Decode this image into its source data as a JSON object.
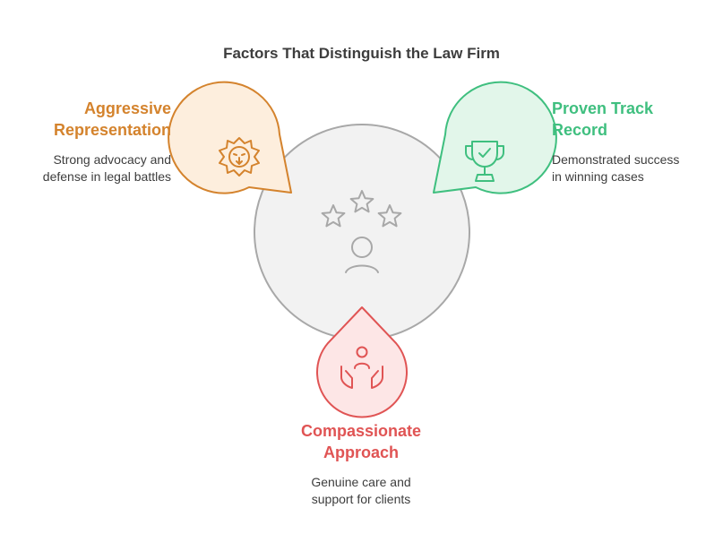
{
  "title": "Factors That Distinguish the Law Firm",
  "colors": {
    "orange": "#d4832d",
    "green": "#3fbf7f",
    "red": "#e05454",
    "center": "#a8a8a8"
  },
  "factors": [
    {
      "heading": [
        "Aggressive",
        "Representation"
      ],
      "description": [
        "Strong advocacy and",
        "defense in legal battles"
      ],
      "icon": "lion-icon"
    },
    {
      "heading": [
        "Proven Track",
        "Record"
      ],
      "description": [
        "Demonstrated success",
        "in winning cases"
      ],
      "icon": "trophy-icon"
    },
    {
      "heading": [
        "Compassionate",
        "Approach"
      ],
      "description": [
        "Genuine care and",
        "support for clients"
      ],
      "icon": "caring-hands-icon"
    }
  ],
  "center_icon": "person-with-stars-icon"
}
